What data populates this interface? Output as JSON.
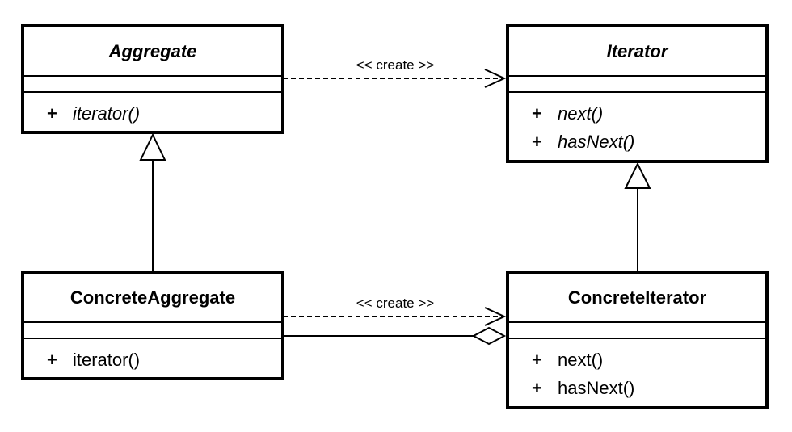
{
  "classes": {
    "aggregate": {
      "name": "Aggregate",
      "operations": [
        {
          "visibility": "+",
          "name": "iterator()"
        }
      ]
    },
    "iterator": {
      "name": "Iterator",
      "operations": [
        {
          "visibility": "+",
          "name": "next()"
        },
        {
          "visibility": "+",
          "name": "hasNext()"
        }
      ]
    },
    "concrete_aggregate": {
      "name": "ConcreteAggregate",
      "operations": [
        {
          "visibility": "+",
          "name": "iterator()"
        }
      ]
    },
    "concrete_iterator": {
      "name": "ConcreteIterator",
      "operations": [
        {
          "visibility": "+",
          "name": "next()"
        },
        {
          "visibility": "+",
          "name": "hasNext()"
        }
      ]
    }
  },
  "relations": {
    "create_top": "<< create >>",
    "create_bottom": "<< create >>"
  },
  "colors": {
    "line": "#000000",
    "background": "#ffffff"
  }
}
